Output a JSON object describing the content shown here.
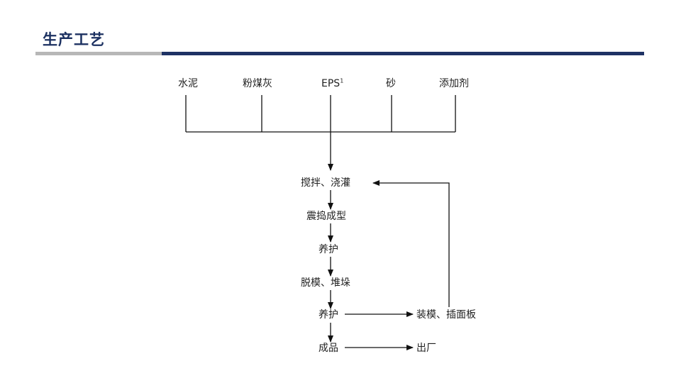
{
  "header": {
    "title": "生产工艺"
  },
  "colors": {
    "accent_navy": "#1e3264",
    "accent_gray": "#b7b7b7",
    "title_color": "#1c3161"
  },
  "diagram": {
    "materials": [
      {
        "label": "水泥"
      },
      {
        "label": "粉煤灰"
      },
      {
        "label": "EPS",
        "superscript": "1"
      },
      {
        "label": "砂"
      },
      {
        "label": "添加剂"
      }
    ],
    "steps": [
      {
        "label": "搅拌、浇灌"
      },
      {
        "label": "震捣成型"
      },
      {
        "label": "养护"
      },
      {
        "label": "脱模、堆垛"
      },
      {
        "label": "养护"
      },
      {
        "label": "成品"
      }
    ],
    "side_nodes": [
      {
        "label": "装模、插面板"
      },
      {
        "label": "出厂"
      }
    ]
  }
}
